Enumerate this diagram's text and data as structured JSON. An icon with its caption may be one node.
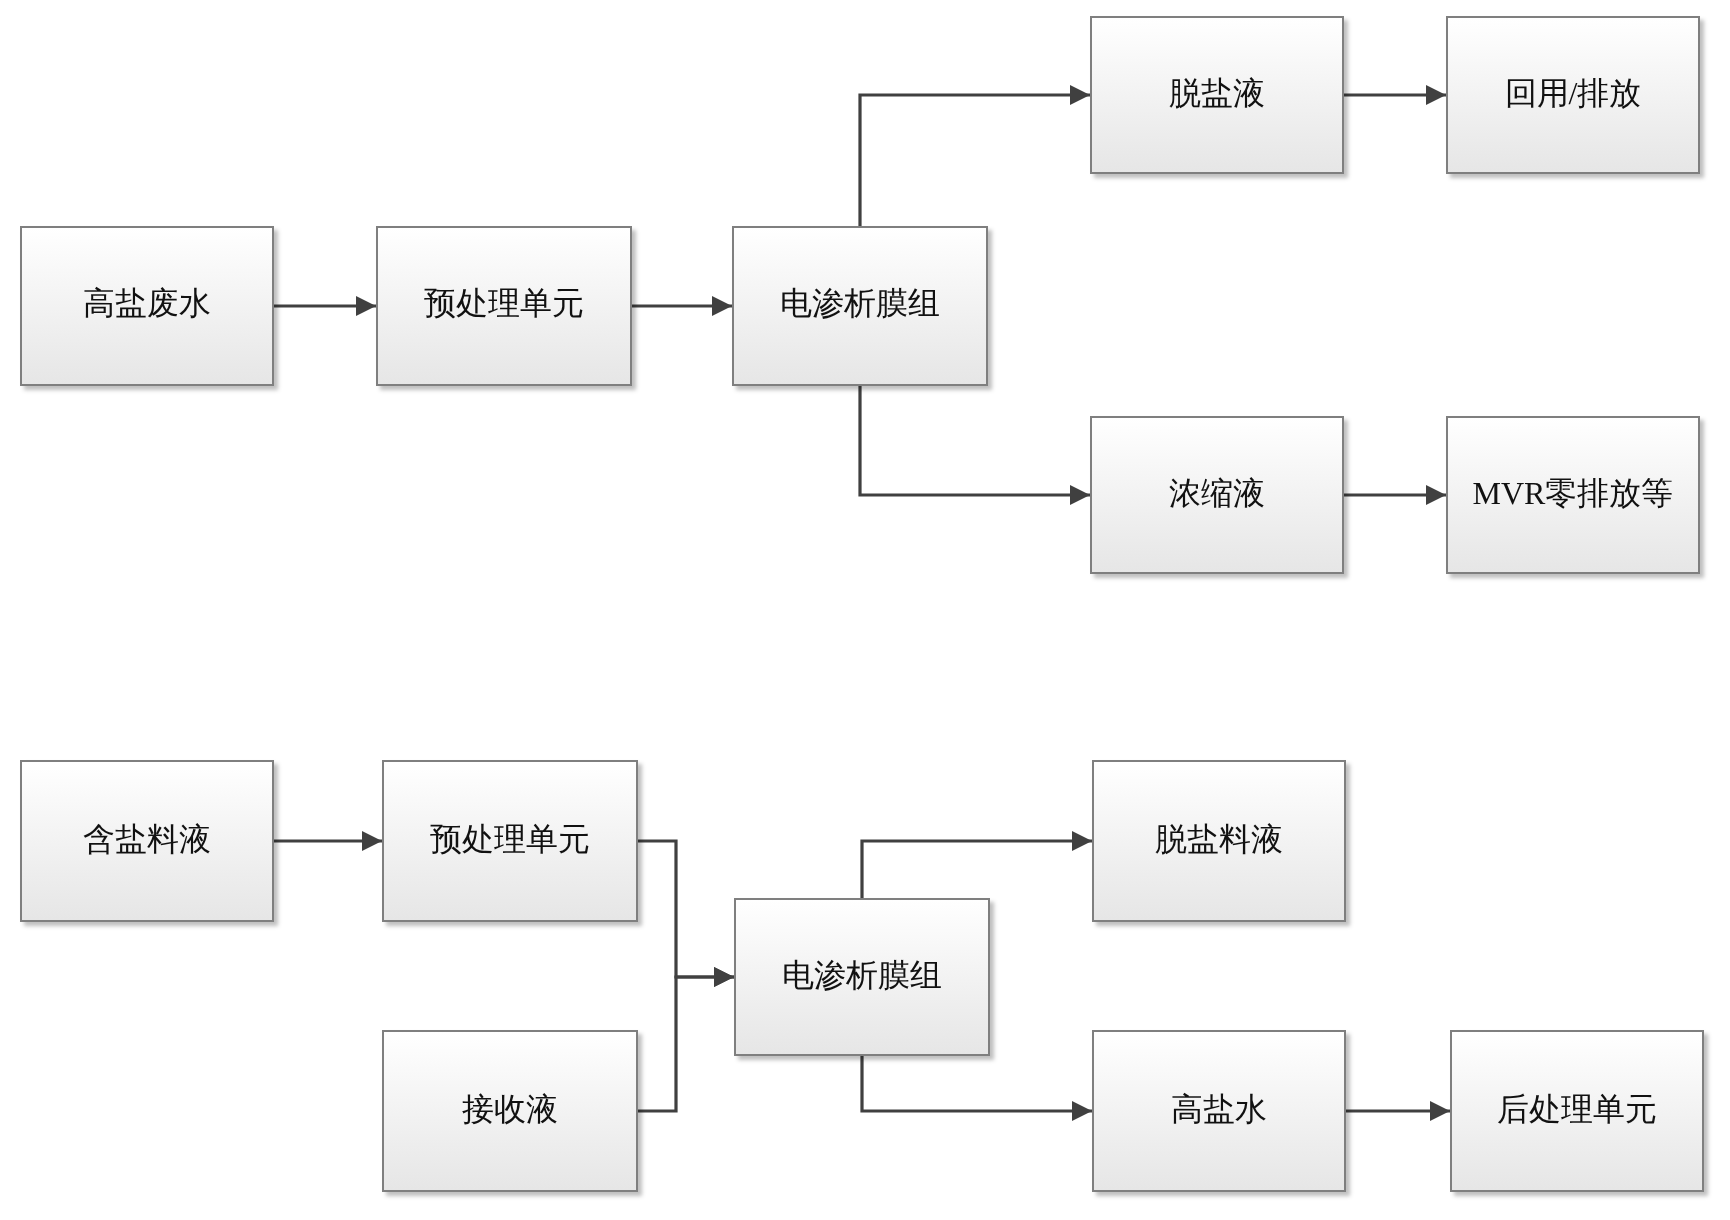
{
  "diagram": {
    "nodes": [
      {
        "text": [
          "高盐废水"
        ]
      },
      {
        "text": [
          "预处理单元"
        ]
      },
      {
        "text": [
          "电渗析膜组"
        ]
      },
      {
        "text": [
          "脱盐液"
        ]
      },
      {
        "text": [
          "回用/排放"
        ]
      },
      {
        "text": [
          "浓缩液"
        ]
      },
      {
        "text": [
          "MVR零排放等"
        ]
      },
      {
        "text": [
          "含盐料液"
        ]
      },
      {
        "text": [
          "预处理单元"
        ]
      },
      {
        "text": [
          "接收液"
        ]
      },
      {
        "text": [
          "电渗析膜组"
        ]
      },
      {
        "text": [
          "脱盐料液"
        ]
      },
      {
        "text": [
          "高盐水"
        ]
      },
      {
        "text": [
          "后处理单元"
        ]
      }
    ],
    "edges": [
      {
        "from": 0,
        "to": 1,
        "arrow": "to"
      },
      {
        "from": 1,
        "to": 2,
        "arrow": "to"
      },
      {
        "from": 2,
        "to": 3,
        "arrow": "to"
      },
      {
        "from": 3,
        "to": 4,
        "arrow": "to"
      },
      {
        "from": 2,
        "to": 5,
        "arrow": "to"
      },
      {
        "from": 5,
        "to": 6,
        "arrow": "to"
      },
      {
        "from": 7,
        "to": 8,
        "arrow": "to"
      },
      {
        "from": 8,
        "to": 10,
        "arrow": "to"
      },
      {
        "from": 9,
        "to": 10,
        "arrow": "to"
      },
      {
        "from": 10,
        "to": 11,
        "arrow": "to"
      },
      {
        "from": 10,
        "to": 12,
        "arrow": "to"
      },
      {
        "from": 12,
        "to": 13,
        "arrow": "to"
      }
    ]
  }
}
